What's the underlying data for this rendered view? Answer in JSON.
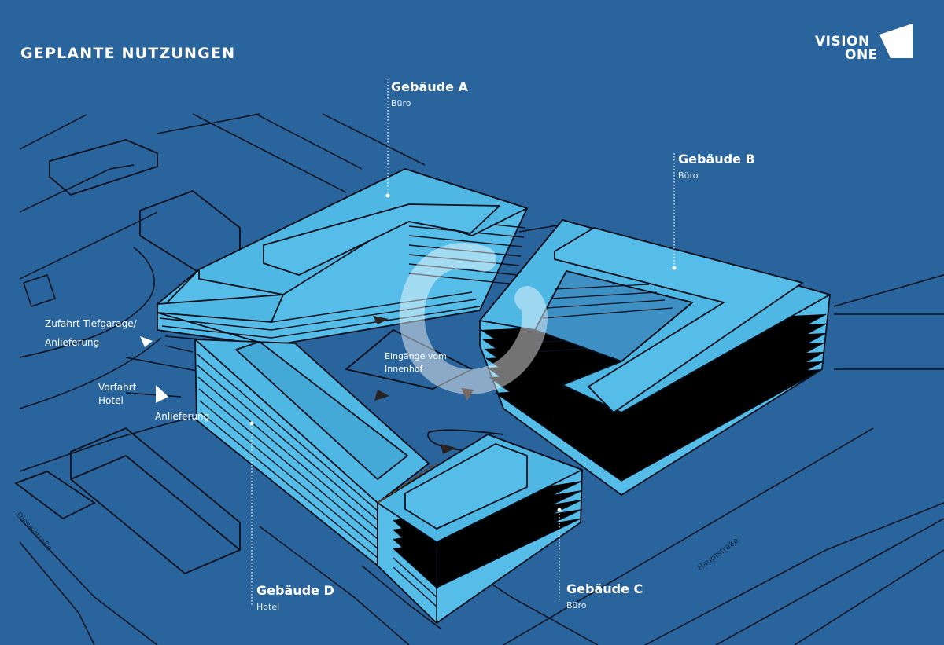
{
  "header": {
    "title": "GEPLANTE NUTZUNGEN"
  },
  "logo": {
    "line1": "VISION",
    "line2": "ONE"
  },
  "buildings": [
    {
      "name": "Gebäude A",
      "use": "Büro"
    },
    {
      "name": "Gebäude B",
      "use": "Büro"
    },
    {
      "name": "Gebäude C",
      "use": "Büro"
    },
    {
      "name": "Gebäude D",
      "use": "Hotel"
    }
  ],
  "labels": {
    "zufahrt_line1": "Zufahrt Tiefgarage/",
    "zufahrt_line2": "Anlieferung",
    "vorfahrt_line1": "Vorfahrt",
    "vorfahrt_line2": "Hotel",
    "anlieferung": "Anlieferung",
    "eingaenge_line1": "Eingänge vom",
    "eingaenge_line2": "Innenhof"
  },
  "streets": {
    "dieselstrasse": "Dieselstraße",
    "hauptstrasse": "Hauptstraße"
  },
  "colors": {
    "background": "#2a649c",
    "building_fill": "#56bde8",
    "building_top": "#4fb7e4",
    "outline": "#06101c"
  }
}
